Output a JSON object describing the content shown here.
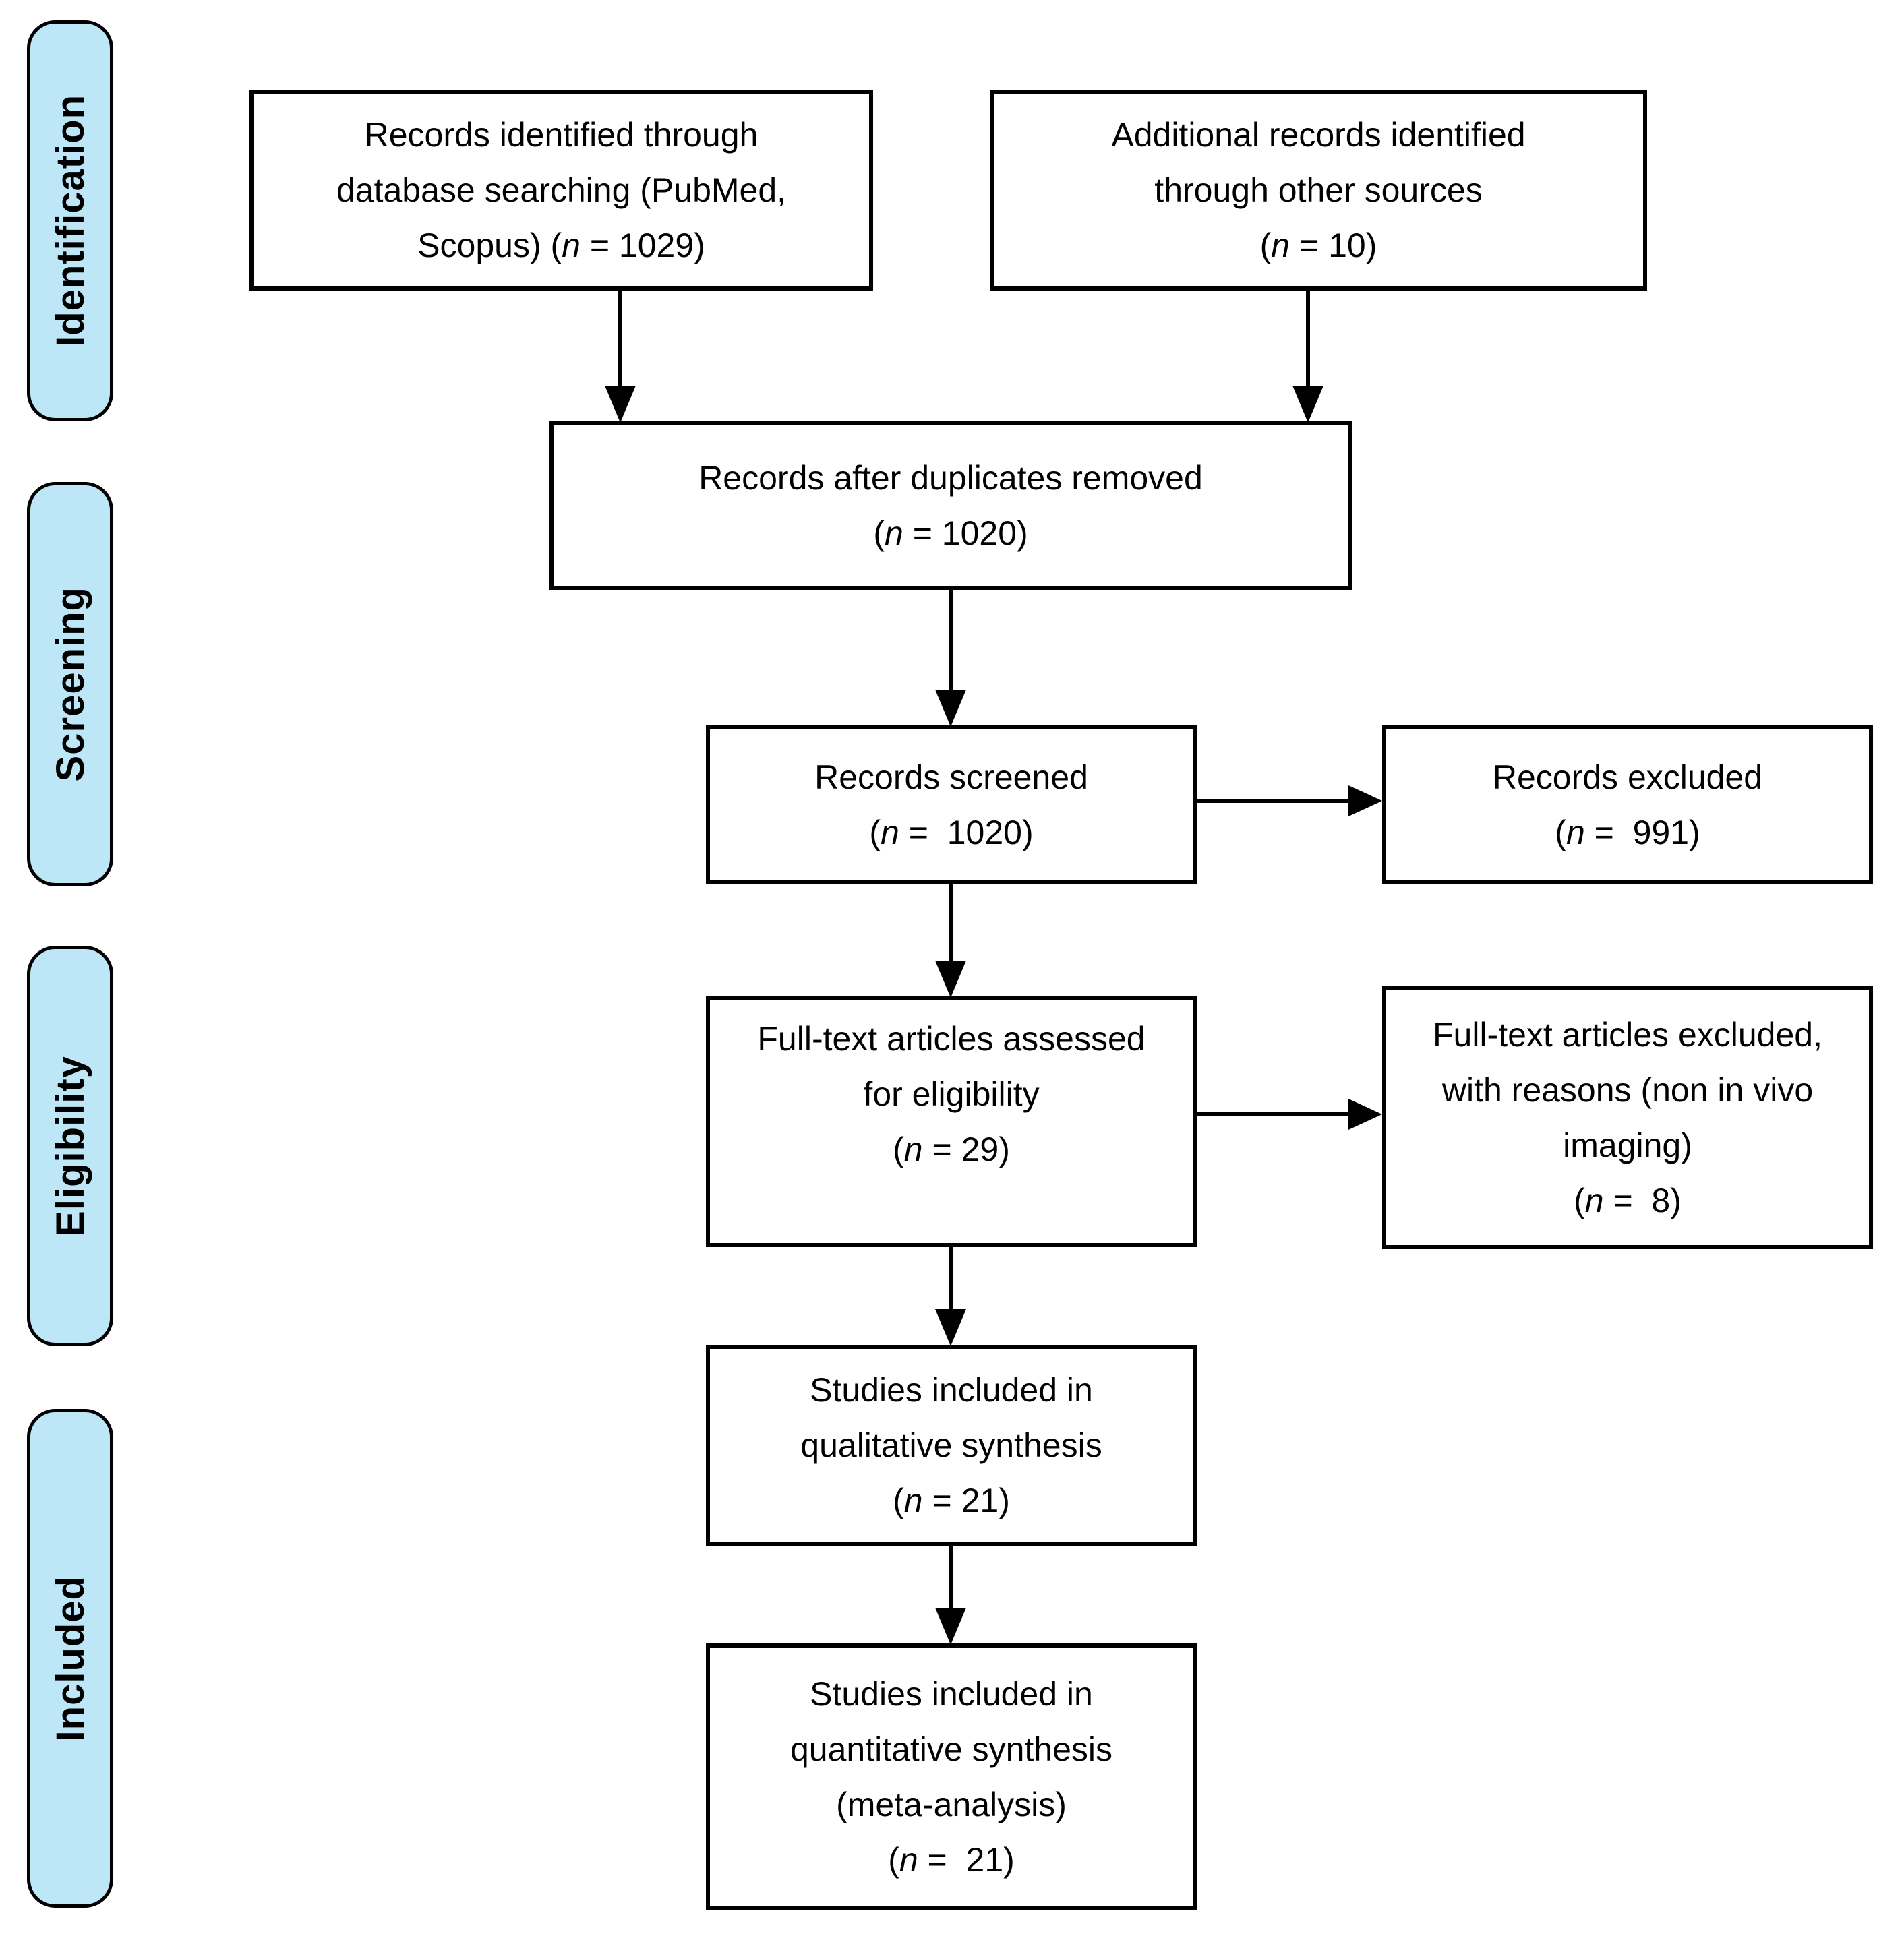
{
  "colors": {
    "stage_fill": "#BDE7F7",
    "outline": "#000000",
    "box_fill": "#FFFFFF",
    "text": "#000000"
  },
  "stages": {
    "identification": {
      "label": "Identification"
    },
    "screening": {
      "label": "Screening"
    },
    "eligibility": {
      "label": "Eligibility"
    },
    "included": {
      "label": "Included"
    }
  },
  "boxes": {
    "records_identified": {
      "lines": [
        "Records identified through",
        "database searching (PubMed,",
        "Scopus) (n = 1029)"
      ],
      "n_value": 1029
    },
    "additional_records": {
      "lines": [
        "Additional records identified",
        "through other sources",
        "(n = 10)"
      ],
      "n_value": 10
    },
    "duplicates_removed": {
      "lines": [
        "Records after duplicates removed",
        "(n = 1020)"
      ],
      "n_value": 1020
    },
    "records_screened": {
      "lines": [
        "Records screened",
        "(n =  1020)"
      ],
      "n_value": 1020
    },
    "records_excluded": {
      "lines": [
        "Records excluded",
        "(n =  991)"
      ],
      "n_value": 991
    },
    "fulltext_assessed": {
      "lines": [
        "Full-text articles assessed",
        "for eligibility",
        "(n = 29)"
      ],
      "n_value": 29
    },
    "fulltext_excluded": {
      "lines": [
        "Full-text articles excluded,",
        "with reasons (non in vivo",
        "imaging)",
        "(n =  8)"
      ],
      "n_value": 8
    },
    "qualitative_synthesis": {
      "lines": [
        "Studies included in",
        "qualitative synthesis",
        "(n = 21)"
      ],
      "n_value": 21
    },
    "quantitative_synthesis": {
      "lines": [
        "Studies included in",
        "quantitative synthesis",
        "(meta-analysis)",
        "(n =  21)"
      ],
      "n_value": 21
    }
  }
}
